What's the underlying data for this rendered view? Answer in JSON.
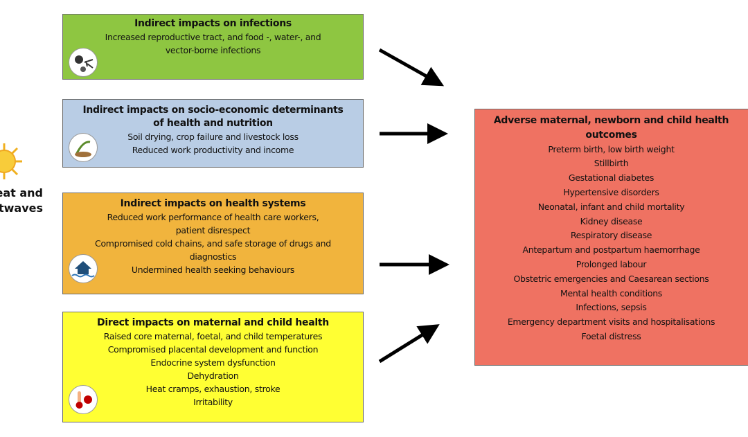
{
  "exposure": {
    "line1": "Heat and",
    "line2": "heatwaves",
    "icon": "sun-icon"
  },
  "boxes": {
    "infections": {
      "title": "Indirect impacts on infections",
      "lines": [
        "Increased reproductive tract, and food -, water-, and",
        "vector-borne infections"
      ],
      "color": "#8ec641",
      "icon": "pathogen-mosquito-icon"
    },
    "socioeconomic": {
      "title1": "Indirect impacts on socio-economic determinants",
      "title2": "of health and nutrition",
      "lines": [
        "Soil drying, crop failure and livestock loss",
        "Reduced work productivity and income"
      ],
      "color": "#b9cde5",
      "icon": "agriculture-icon"
    },
    "health_systems": {
      "title": "Indirect impacts on health systems",
      "lines": [
        "Reduced work performance of health care workers,",
        "patient disrespect",
        "Compromised cold chains, and safe storage of drugs and",
        "diagnostics",
        "Undermined health seeking behaviours"
      ],
      "color": "#f1b43d",
      "icon": "flooded-house-icon"
    },
    "direct": {
      "title": "Direct impacts on maternal and child health",
      "lines": [
        "Raised core maternal, foetal, and child temperatures",
        "Compromised placental development and function",
        "Endocrine system dysfunction",
        "Dehydration",
        "Heat cramps, exhaustion, stroke",
        "Irritability"
      ],
      "color": "#ffff33",
      "icon": "thermometer-sun-icon"
    }
  },
  "outcomes": {
    "title1": "Adverse maternal, newborn and child health",
    "title2": "outcomes",
    "items": [
      "Preterm birth, low birth weight",
      "Stillbirth",
      "Gestational diabetes",
      "Hypertensive disorders",
      "Neonatal, infant and child mortality",
      "Kidney disease",
      "Respiratory disease",
      "Antepartum and postpartum haemorrhage",
      "Prolonged labour",
      "Obstetric emergencies and Caesarean sections",
      "Mental health conditions",
      "Infections, sepsis",
      "Emergency department visits and hospitalisations",
      "Foetal distress"
    ],
    "color": "#ef7262"
  }
}
